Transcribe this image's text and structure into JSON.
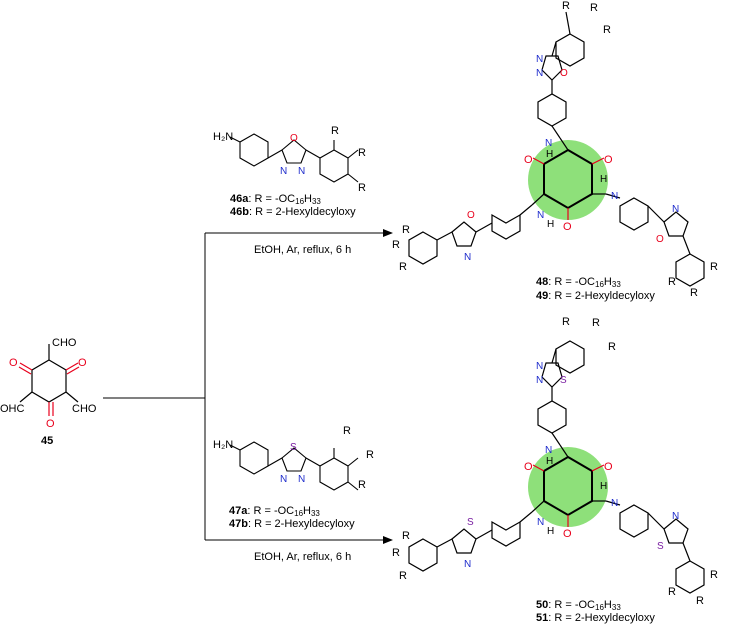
{
  "start": {
    "id": "45",
    "cho": "CHO",
    "ohc": "OHC",
    "o": "O"
  },
  "reagent_top": {
    "amine": "H₂N",
    "r": "R",
    "n": "N",
    "o": "O",
    "a_id": "46a",
    "a_text": ": R =  -OC",
    "a_sub1": "16",
    "a_h": "H",
    "a_sub2": "33",
    "b_id": "46b",
    "b_text": ": R = 2-Hexyldecyloxy",
    "conditions": "EtOH, Ar, reflux, 6 h"
  },
  "reagent_bottom": {
    "amine": "H₂N",
    "r": "R",
    "n": "N",
    "s": "S",
    "a_id": "47a",
    "a_text": ": R =  -OC",
    "a_sub1": "16",
    "a_h": "H",
    "a_sub2": "33",
    "b_id": "47b",
    "b_text": ": R = 2-Hexyldecyloxy",
    "conditions": "EtOH, Ar, reflux, 6 h"
  },
  "product_top": {
    "a_id": "48",
    "a_text": ": R =  -OC",
    "a_sub1": "16",
    "a_h": "H",
    "a_sub2": "33",
    "b_id": "49",
    "b_text": ": R = 2-Hexyldecyloxy",
    "nh": "N",
    "h": "H",
    "o": "O",
    "n": "N",
    "r": "R"
  },
  "product_bottom": {
    "a_id": "50",
    "a_text": ": R =  -OC",
    "a_sub1": "16",
    "a_h": "H",
    "a_sub2": "33",
    "b_id": "51",
    "b_text": ": R = 2-Hexyldecyloxy",
    "nh": "N",
    "h": "H",
    "o": "O",
    "n": "N",
    "s": "S",
    "r": "R"
  },
  "colors": {
    "oxygen": "#e8001c",
    "sulfur": "#7a1fa2",
    "nitrogen": "#1e2ccc",
    "highlight": "#8ee07a"
  }
}
